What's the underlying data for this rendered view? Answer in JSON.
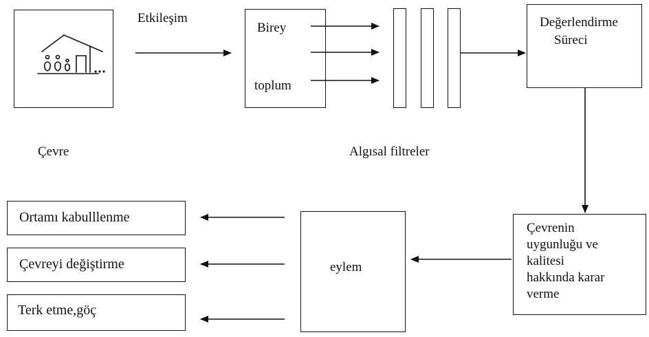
{
  "environment": {
    "label": "Çevre"
  },
  "interaction": {
    "label": "Etkileşim"
  },
  "people_box": {
    "individual": "Birey",
    "society": "toplum"
  },
  "filters": {
    "label": "Algısal filtreler"
  },
  "evaluation": {
    "line1": "Değerlendirme",
    "line2": "Süreci"
  },
  "decision": {
    "lines": [
      "Çevrenin",
      "uygunluğu ve",
      "kalitesi",
      "hakkında karar",
      "verme"
    ]
  },
  "action": {
    "label": "eylem"
  },
  "outcomes": [
    "Ortamı kabulllenme",
    "Çevreyi değiştirme",
    "Terk etme,göç"
  ]
}
